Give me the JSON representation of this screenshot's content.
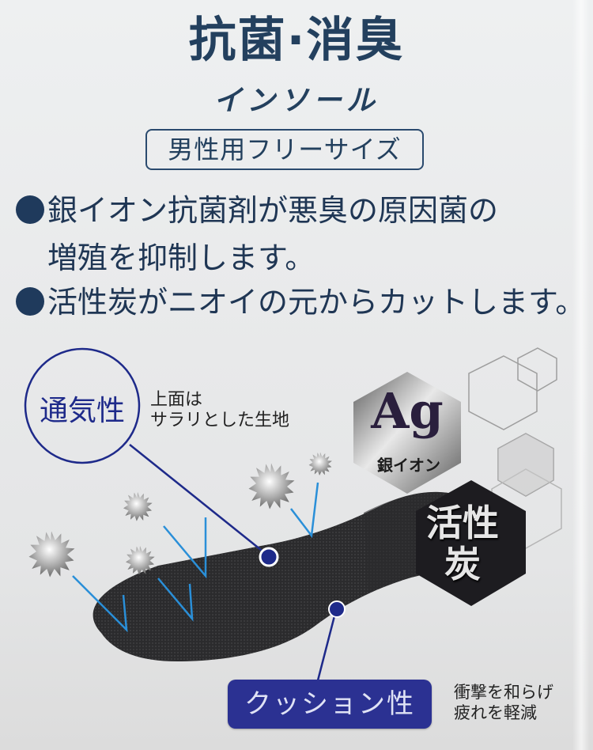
{
  "header": {
    "title": "抗菌·消臭",
    "subtitle": "インソール",
    "size_label": "男性用フリーサイズ"
  },
  "features": [
    {
      "line1": "銀イオン抗菌剤が悪臭の原因菌の",
      "line2": "増殖を抑制します。"
    },
    {
      "line1": "活性炭がニオイの元からカットします。"
    }
  ],
  "diagram": {
    "breathability": {
      "label": "通気性",
      "note_line1": "上面は",
      "note_line2": "サラリとした生地"
    },
    "silver_ion": {
      "symbol": "Ag",
      "label": "銀イオン"
    },
    "activated_carbon": {
      "line1": "活性",
      "line2": "炭"
    },
    "cushion": {
      "label": "クッション性",
      "note_line1": "衝撃を和らげ",
      "note_line2": "疲れを軽減"
    },
    "icons": [
      "bacteria-icon",
      "silver-ion-hexagon-icon",
      "activated-carbon-hexagon-icon",
      "insole-icon"
    ]
  },
  "colors": {
    "navy_text": "#23405e",
    "callout_blue": "#1e2a8a",
    "cushion_badge": "#2b3192",
    "arrow_blue": "#2a8fd8",
    "insole": "#2a2a2c"
  }
}
